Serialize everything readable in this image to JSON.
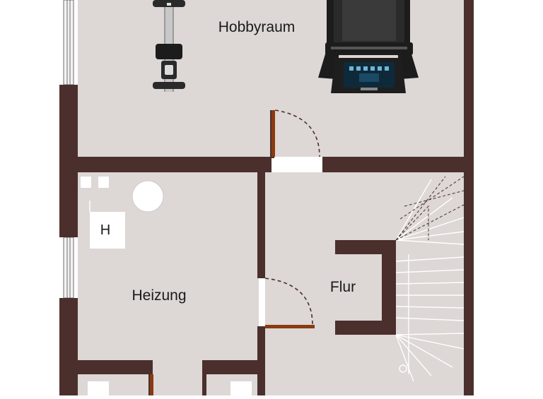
{
  "rooms": {
    "hobby": "Hobbyraum",
    "heizung": "Heizung",
    "flur": "Flur"
  },
  "fixtures": {
    "heater_label": "H"
  },
  "colors": {
    "wall": "#4b2f2c",
    "floor": "#ddd7d5",
    "door_leaf": "#8a3a12",
    "label": "#1a1a1a"
  },
  "icons": [
    "rowing-machine-icon",
    "treadmill-icon",
    "boiler-tank-icon",
    "staircase-icon"
  ]
}
